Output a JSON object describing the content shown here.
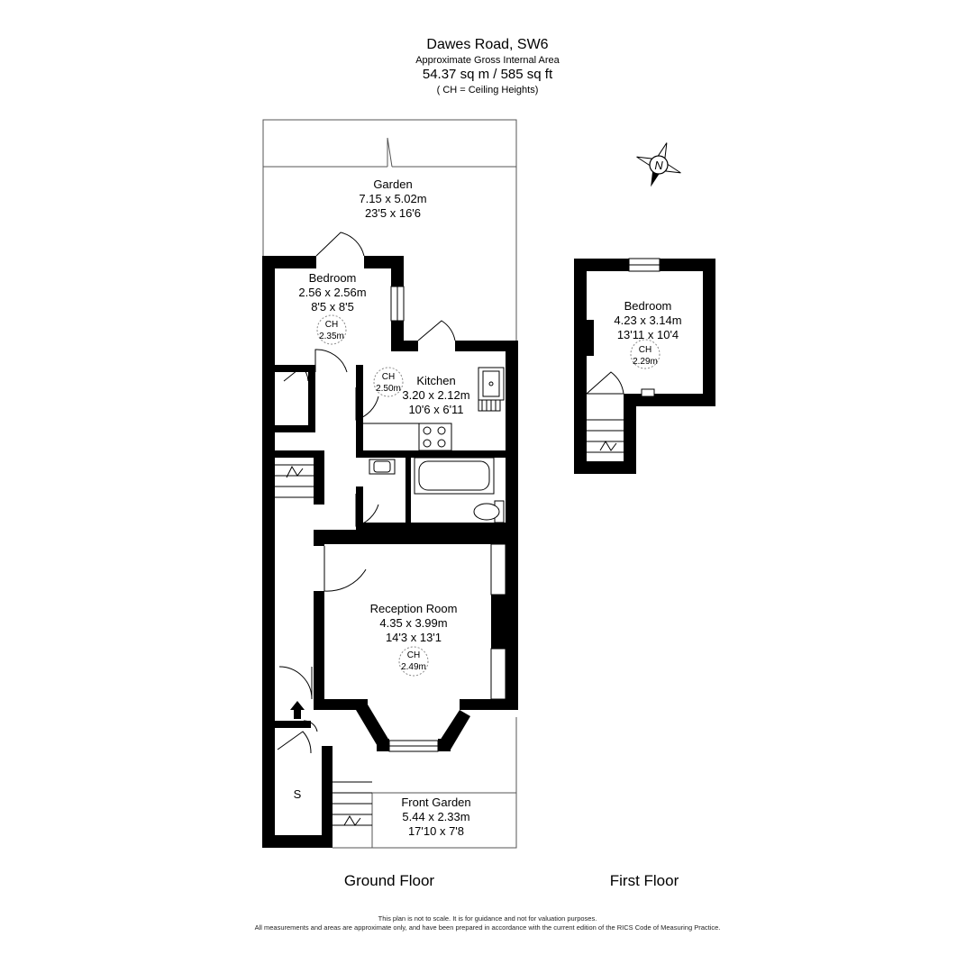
{
  "header": {
    "title": "Dawes Road, SW6",
    "subtitle": "Approximate Gross Internal Area",
    "area": "54.37 sq m /  585 sq ft",
    "note": "( CH = Ceiling Heights)"
  },
  "compass": {
    "letter": "N"
  },
  "rooms": {
    "garden": {
      "name": "Garden",
      "metric": "7.15 x 5.02m",
      "imperial": "23'5 x 16'6"
    },
    "bedroom_ground": {
      "name": "Bedroom",
      "metric": "2.56 x 2.56m",
      "imperial": "8'5 x 8'5",
      "ch_label": "CH",
      "ch_value": "2.35m"
    },
    "kitchen": {
      "name": "Kitchen",
      "metric": "3.20 x 2.12m",
      "imperial": "10'6 x 6'11",
      "ch_label": "CH",
      "ch_value": "2.50m"
    },
    "reception": {
      "name": "Reception Room",
      "metric": "4.35 x 3.99m",
      "imperial": "14'3 x 13'1",
      "ch_label": "CH",
      "ch_value": "2.49m"
    },
    "front_garden": {
      "name": "Front Garden",
      "metric": "5.44 x 2.33m",
      "imperial": "17'10 x 7'8"
    },
    "storage": {
      "label": "S"
    },
    "bedroom_first": {
      "name": "Bedroom",
      "metric": "4.23 x 3.14m",
      "imperial": "13'11 x 10'4",
      "ch_label": "CH",
      "ch_value": "2.29m"
    }
  },
  "floors": {
    "ground": "Ground Floor",
    "first": "First Floor"
  },
  "footer": {
    "line1": "This plan is not to scale. It is for guidance and not for valuation purposes.",
    "line2": "All measurements and areas are approximate only, and have been prepared in accordance with the current edition of the RICS Code of Measuring Practice."
  }
}
